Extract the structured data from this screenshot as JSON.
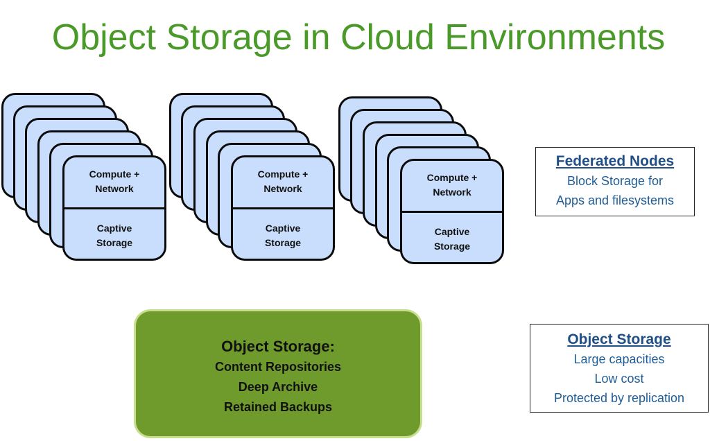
{
  "title": "Object Storage in Cloud Environments",
  "node_card": {
    "top": "Compute +\nNetwork",
    "bottom": "Captive\nStorage"
  },
  "stacks": [
    {
      "top": "Compute +\nNetwork",
      "bottom": "Captive\nStorage"
    },
    {
      "top": "Compute +\nNetwork",
      "bottom": "Captive\nStorage"
    },
    {
      "top": "Compute +\nNetwork",
      "bottom": "Captive\nStorage"
    }
  ],
  "federated": {
    "heading": "Federated Nodes",
    "lines": [
      "Block Storage for",
      "Apps and filesystems"
    ]
  },
  "object_storage_box": {
    "title": "Object Storage:",
    "lines": [
      "Content Repositories",
      "Deep Archive",
      "Retained Backups"
    ]
  },
  "object_storage_info": {
    "heading": "Object Storage",
    "lines": [
      "Large capacities",
      "Low cost",
      "Protected by replication"
    ]
  },
  "colors": {
    "title": "#4a9a2a",
    "card_fill": "#c9defc",
    "object_fill": "#6f9a2c",
    "info_text": "#1f5d96"
  }
}
